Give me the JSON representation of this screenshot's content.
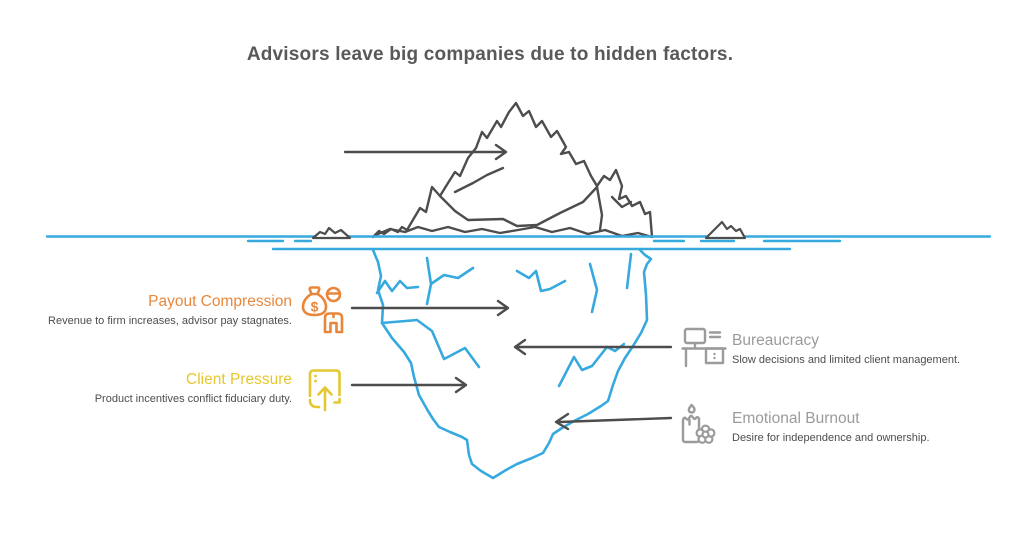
{
  "title": "Advisors leave big companies due to hidden factors.",
  "factors": [
    {
      "label": "Payout Compression",
      "description": "Revenue to firm increases, advisor pay stagnates.",
      "color": "#E8873B",
      "icon": "money-bag-person",
      "side": "left"
    },
    {
      "label": "Client Pressure",
      "description": "Product incentives conflict fiduciary duty.",
      "color": "#E5C72F",
      "icon": "box-up-arrow",
      "side": "left"
    },
    {
      "label": "Bureaucracy",
      "description": "Slow decisions and limited client management.",
      "color": "#9B9B9B",
      "icon": "desk-computer",
      "side": "right"
    },
    {
      "label": "Emotional Burnout",
      "description": "Desire for independence and ownership.",
      "color": "#9B9B9B",
      "icon": "melting-candle-flower",
      "side": "right"
    }
  ],
  "colors": {
    "accent_orange": "#E8873B",
    "accent_yellow": "#E5C72F",
    "muted_gray": "#9B9B9B",
    "outline_dark": "#4D4D4D",
    "water_blue": "#36A9DE",
    "title_text": "#58595B",
    "description_text": "#4D4D4F",
    "background": "#FFFFFF"
  }
}
